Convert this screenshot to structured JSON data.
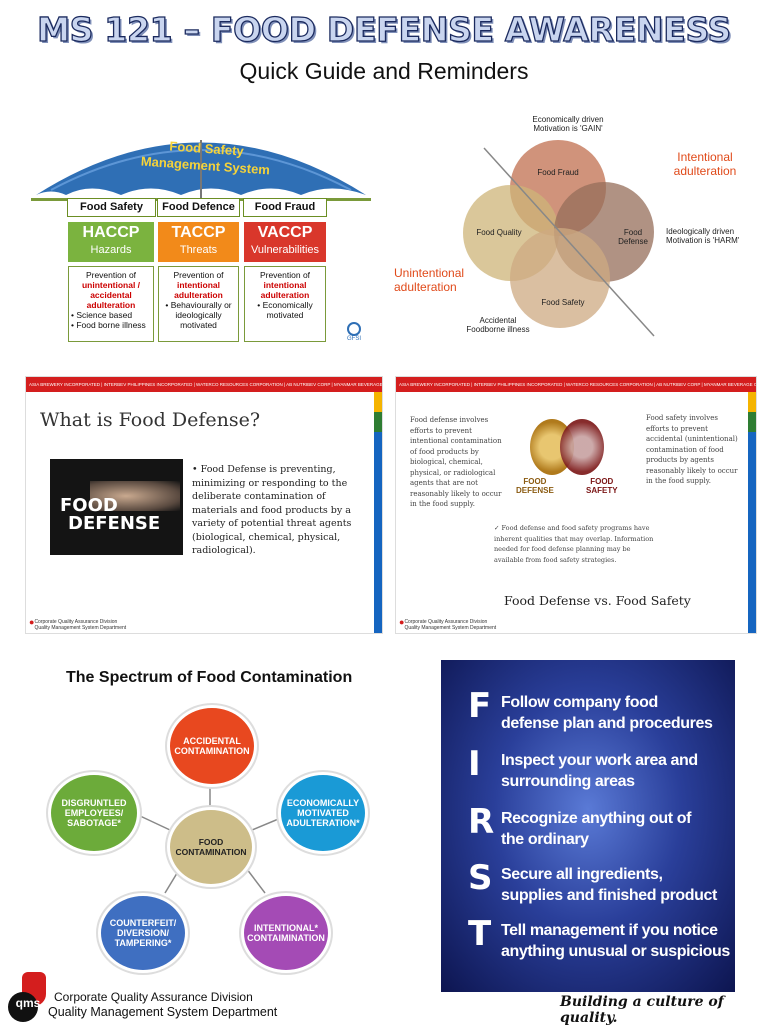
{
  "header": {
    "title": "MS 121 – FOOD DEFENSE AWARENESS",
    "subtitle": "Quick Guide and Reminders"
  },
  "umbrella": {
    "canopy_text": [
      "Food Safety",
      "Management System"
    ],
    "columns": [
      {
        "header": "Food Safety",
        "acronym": "HACCP",
        "focus": "Hazards",
        "desc_pre": "Prevention of",
        "desc_hl": "unintentional / accidental adulteration",
        "bullets": [
          "Science based",
          "Food borne illness"
        ]
      },
      {
        "header": "Food Defence",
        "acronym": "TACCP",
        "focus": "Threats",
        "desc_pre": "Prevention of",
        "desc_hl": "intentional adulteration",
        "bullets": [
          "Behaviourally or ideologically motivated"
        ]
      },
      {
        "header": "Food Fraud",
        "acronym": "VACCP",
        "focus": "Vulnerabilities",
        "desc_pre": "Prevention of",
        "desc_hl": "intentional adulteration",
        "bullets": [
          "Economically motivated"
        ]
      }
    ],
    "logo_text": "GFSI",
    "colors": {
      "haccp": "#7bb33f",
      "taccp": "#f28a1a",
      "vaccp": "#d9372b",
      "canopy": "#2f6fb5"
    }
  },
  "venn": {
    "top_note": [
      "Economically driven",
      "Motivation is 'GAIN'"
    ],
    "right_note": [
      "Ideologically driven",
      "Motivation is 'HARM'"
    ],
    "bottom_note": [
      "Accidental",
      "Foodborne illness"
    ],
    "intentional": [
      "Intentional",
      "adulteration"
    ],
    "unintentional": [
      "Unintentional",
      "adulteration"
    ],
    "circles": [
      "Food Fraud",
      "Food Quality",
      "Food Defense",
      "Food Safety"
    ]
  },
  "slide1": {
    "strip": "ASIA BREWERY INCORPORATED | INTERBEV PHILIPPINES INCORPORATED | WATERCO RESOURCES CORPORATION | AB NUTRIBEV CORP | MYANMAR BEVERAGE COMPANY LIMITED",
    "heading": "What is Food Defense?",
    "image_text": [
      "FOOD",
      "DEFENSE"
    ],
    "bullet": "Food Defense is preventing, minimizing or responding to the deliberate contamination of materials and food products by a variety of potential threat agents (biological, chemical, physical, radiological).",
    "footer": [
      "Corporate Quality Assurance Division",
      "Quality Management System Department"
    ]
  },
  "slide2": {
    "strip": "ASIA BREWERY INCORPORATED | INTERBEV PHILIPPINES INCORPORATED | WATERCO RESOURCES CORPORATION | AB NUTRIBEV CORP | MYANMAR BEVERAGE COMPANY LIMITED",
    "left_text": "Food defense involves efforts to prevent intentional contamination of food products by biological, chemical, physical, or radiological agents that are not reasonably likely to occur in the food supply.",
    "right_text": "Food safety involves efforts to prevent accidental (unintentional) contamination of food products by agents reasonably likely to occur in the food supply.",
    "label_defense": [
      "FOOD",
      "DEFENSE"
    ],
    "label_safety": [
      "FOOD",
      "SAFETY"
    ],
    "check_text": "Food defense and food safety programs have inherent qualities that may overlap. Information needed for food defense planning may be available from food safety strategies.",
    "title": "Food Defense vs. Food Safety",
    "footer": [
      "Corporate Quality Assurance Division",
      "Quality Management System Department"
    ]
  },
  "spectrum": {
    "title": "The Spectrum of Food Contamination",
    "center": [
      "FOOD",
      "CONTAMINATION"
    ],
    "nodes": [
      {
        "text": [
          "ACCIDENTAL",
          "CONTAMINATION"
        ],
        "color": "#e8481f"
      },
      {
        "text": [
          "ECONOMICALLY",
          "MOTIVATED",
          "ADULTERATION*"
        ],
        "color": "#1a9ad6"
      },
      {
        "text": [
          "INTENTIONAL*",
          "CONTAIMINATION"
        ],
        "color": "#a44bb5"
      },
      {
        "text": [
          "COUNTERFEIT/",
          "DIVERSION/",
          "TAMPERING*"
        ],
        "color": "#3f6fc1"
      },
      {
        "text": [
          "DISGRUNTLED",
          "EMPLOYEES/",
          "SABOTAGE*"
        ],
        "color": "#6cab3a"
      }
    ],
    "center_color": "#cdbd89"
  },
  "first": {
    "items": [
      {
        "letter": "F",
        "text": [
          "Follow company food",
          "defense plan and procedures"
        ]
      },
      {
        "letter": "I",
        "text": [
          "Inspect your work area and",
          "surrounding areas"
        ]
      },
      {
        "letter": "R",
        "text": [
          "Recognize anything out of",
          "the ordinary"
        ]
      },
      {
        "letter": "S",
        "text": [
          "Secure all ingredients,",
          "supplies and finished product"
        ]
      },
      {
        "letter": "T",
        "text": [
          "Tell management if you notice",
          "anything unusual or suspicious"
        ]
      }
    ]
  },
  "footer": {
    "logo_letters": "qms",
    "line1": "Corporate Quality Assurance Division",
    "line2": "Quality Management System Department",
    "tagline": "Building a culture of quality."
  }
}
